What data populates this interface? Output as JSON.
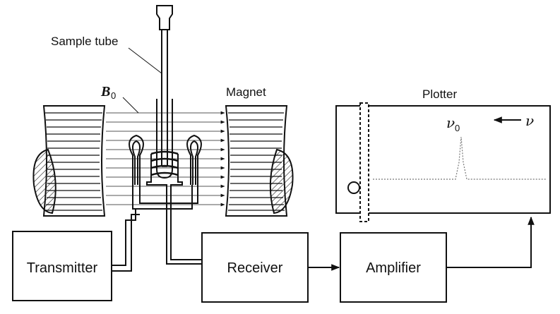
{
  "labels": {
    "sample_tube": "Sample tube",
    "field_symbol": "B",
    "field_subscript": "0",
    "magnet": "Magnet",
    "plotter": "Plotter",
    "peak_symbol": "ν",
    "peak_subscript": "0",
    "frequency_symbol": "ν"
  },
  "boxes": {
    "transmitter": "Transmitter",
    "receiver": "Receiver",
    "amplifier": "Amplifier"
  }
}
